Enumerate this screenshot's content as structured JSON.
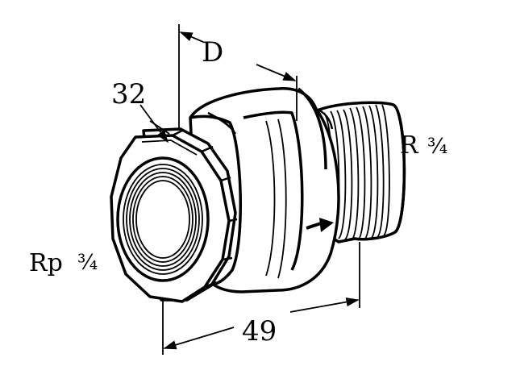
{
  "dimensions": {
    "d_label": "D",
    "wrench_size": "32",
    "length": "49"
  },
  "threads": {
    "left_prefix": "Rp",
    "left_size": "¾",
    "right_prefix": "R",
    "right_size": "¾"
  },
  "flow_direction": "right"
}
